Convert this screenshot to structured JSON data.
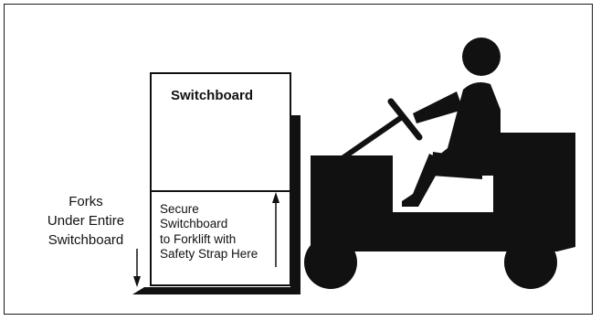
{
  "diagram": {
    "switchboard_label": "Switchboard",
    "forks_label_lines": [
      "Forks",
      "Under Entire",
      "Switchboard"
    ],
    "strap_label_lines": [
      "Secure",
      "Switchboard",
      "to Forklift with",
      "Safety Strap Here"
    ]
  },
  "colors": {
    "ink": "#111111",
    "background": "#ffffff"
  }
}
